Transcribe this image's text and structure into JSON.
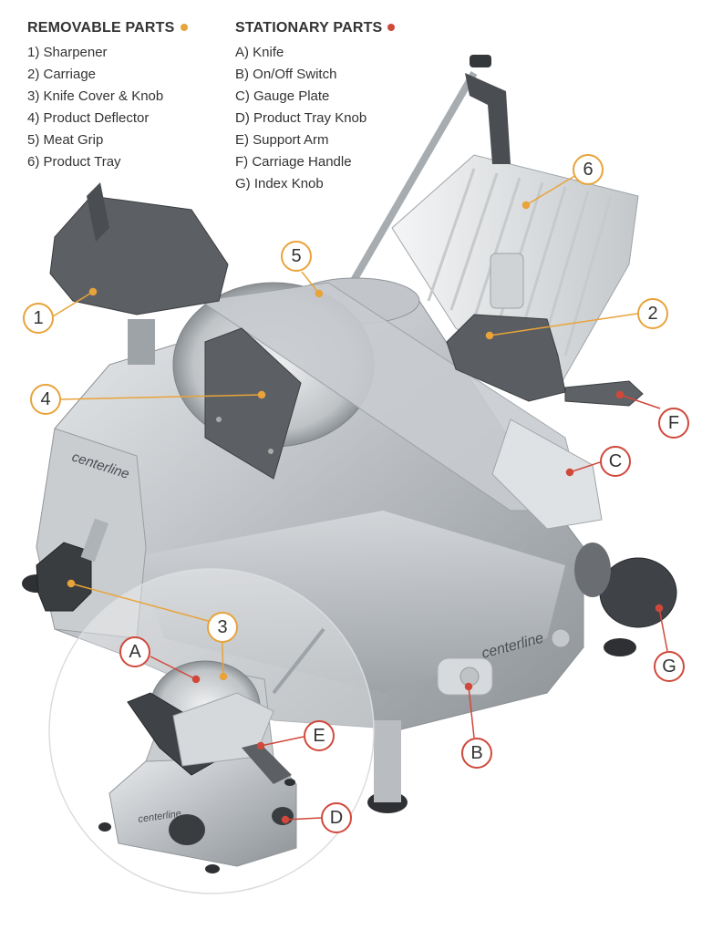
{
  "colors": {
    "removable_accent": "#e8a33a",
    "stationary_accent": "#d0483b",
    "text": "#333333"
  },
  "removable": {
    "title": "REMOVABLE PARTS",
    "items": [
      "1) Sharpener",
      "2) Carriage",
      "3) Knife Cover & Knob",
      "4) Product Deflector",
      "5) Meat Grip",
      "6) Product Tray"
    ]
  },
  "stationary": {
    "title": "STATIONARY PARTS",
    "items": [
      "A) Knife",
      "B) On/Off Switch",
      "C) Gauge Plate",
      "D) Product Tray Knob",
      "E) Support Arm",
      "F) Carriage Handle",
      "G) Index Knob"
    ]
  },
  "brand_marks": {
    "main_left": "centerline",
    "main_front": "centerline",
    "inset": "centerline"
  },
  "callouts": {
    "c1": "1",
    "c2": "2",
    "c3": "3",
    "c4": "4",
    "c5": "5",
    "c6": "6",
    "cA": "A",
    "cB": "B",
    "cC": "C",
    "cD": "D",
    "cE": "E",
    "cF": "F",
    "cG": "G"
  }
}
